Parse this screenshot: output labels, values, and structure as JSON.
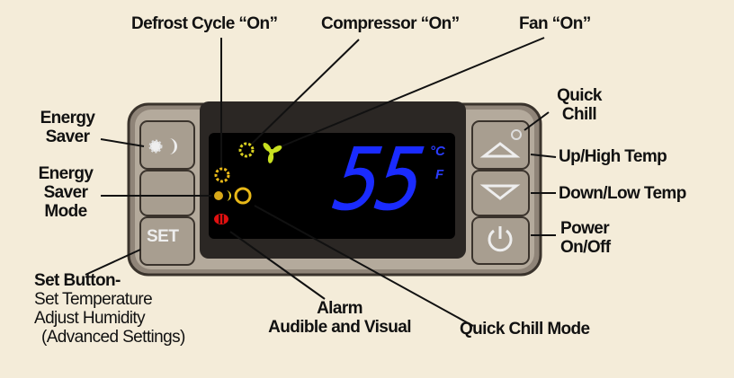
{
  "display": {
    "temperature": "55",
    "unit_c": "°C",
    "unit_f": "F"
  },
  "buttons": {
    "set": "SET"
  },
  "labels": {
    "defrost": "Defrost Cycle “On”",
    "compressor": "Compressor “On”",
    "fan": "Fan “On”",
    "energy_saver": [
      "Energy",
      "Saver"
    ],
    "energy_saver_mode": [
      "Energy",
      "Saver",
      "Mode"
    ],
    "set_button": {
      "title": "Set Button-",
      "lines": [
        "Set Temperature",
        "Adjust Humidity",
        "(Advanced Settings)"
      ]
    },
    "alarm": [
      "Alarm",
      "Audible and Visual"
    ],
    "quick_chill_mode": "Quick Chill Mode",
    "quick_chill": [
      "Quick",
      "Chill"
    ],
    "up": "Up/High Temp",
    "down": "Down/Low Temp",
    "power": [
      "Power",
      "On/Off"
    ]
  },
  "colors": {
    "background": "#f4ecd9",
    "digits": "#1a2bff",
    "icon_yellow": "#e8d21a",
    "alarm": "#e01010"
  }
}
